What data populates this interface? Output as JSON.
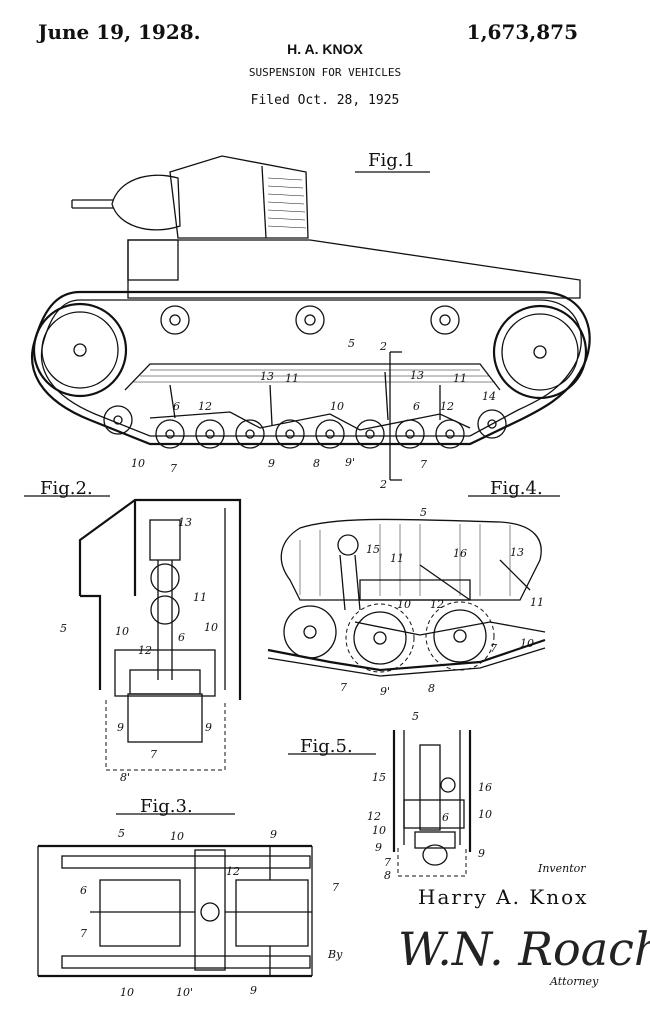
{
  "header": {
    "date": "June 19, 1928.",
    "patent_number": "1,673,875",
    "inventor_name": "H. A. KNOX",
    "title": "SUSPENSION FOR VEHICLES",
    "filed": "Filed Oct. 28, 1925"
  },
  "figures": {
    "fig1": "Fig.1",
    "fig2": "Fig.2.",
    "fig3": "Fig.3.",
    "fig4": "Fig.4.",
    "fig5": "Fig.5."
  },
  "fig1_labels": [
    "5",
    "2",
    "13",
    "11",
    "13",
    "11",
    "14",
    "6",
    "12",
    "10",
    "6",
    "12",
    "10",
    "7",
    "9",
    "8",
    "9'",
    "7",
    "2"
  ],
  "fig2_labels": [
    "13",
    "11",
    "5",
    "6",
    "10",
    "10",
    "12",
    "9",
    "9",
    "7",
    "8'"
  ],
  "fig3_labels": [
    "5",
    "10",
    "9",
    "6",
    "12",
    "7",
    "7",
    "10",
    "10'",
    "9"
  ],
  "fig4_labels": [
    "5",
    "15",
    "11",
    "16",
    "13",
    "11",
    "12",
    "10",
    "10",
    "7",
    "7",
    "9'",
    "8"
  ],
  "fig5_labels": [
    "5",
    "15",
    "16",
    "12",
    "6",
    "10",
    "10",
    "9",
    "9",
    "7",
    "8"
  ],
  "signature": {
    "inventor_caption": "Inventor",
    "inventor_name": "Harry A. Knox",
    "by": "By",
    "attorney_signature": "W.N. Roach.",
    "attorney_caption": "Attorney"
  }
}
